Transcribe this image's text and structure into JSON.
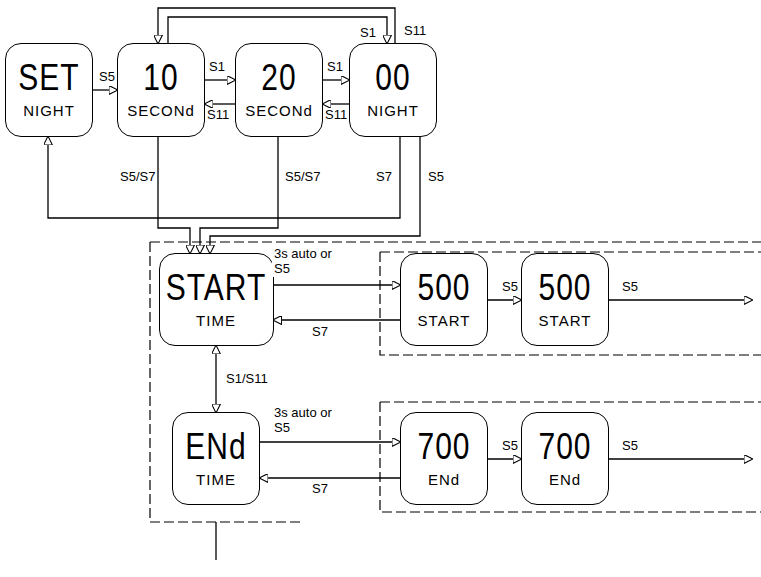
{
  "diagram": {
    "nodes": [
      {
        "text": [
          "SET",
          "NIGHT"
        ]
      },
      {
        "text": [
          "10",
          "SECONd"
        ]
      },
      {
        "text": [
          "20",
          "SECONd"
        ]
      },
      {
        "text": [
          "00",
          "NIGHT"
        ]
      },
      {
        "text": [
          "START",
          "TIME"
        ]
      },
      {
        "text": [
          "ENd",
          "TIME"
        ]
      },
      {
        "text": [
          "500",
          "START"
        ]
      },
      {
        "text": [
          "500",
          "START"
        ]
      },
      {
        "text": [
          "700",
          "ENd"
        ]
      },
      {
        "text": [
          "700",
          "ENd"
        ]
      }
    ],
    "edges": [
      {
        "from": 0,
        "to": 1,
        "label": "S5",
        "arrow": "to"
      },
      {
        "from": 1,
        "to": 2,
        "label": "S1",
        "arrow": "to"
      },
      {
        "from": 2,
        "to": 1,
        "label": "S11",
        "arrow": "to"
      },
      {
        "from": 2,
        "to": 3,
        "label": "S1",
        "arrow": "to"
      },
      {
        "from": 3,
        "to": 2,
        "label": "S11",
        "arrow": "to"
      },
      {
        "from": 3,
        "to": 1,
        "label": "S1",
        "arrow": "to"
      },
      {
        "from": 1,
        "to": 3,
        "label": "S11",
        "arrow": "to"
      },
      {
        "from": 1,
        "to": 4,
        "label": "S5/S7",
        "arrow": "to"
      },
      {
        "from": 2,
        "to": 4,
        "label": "S5/S7",
        "arrow": "to"
      },
      {
        "from": 3,
        "to": 0,
        "label": "S7",
        "arrow": "to"
      },
      {
        "from": 3,
        "to": 4,
        "label": "S5",
        "arrow": "to"
      },
      {
        "from": 4,
        "to": 6,
        "label": "3s auto or S5",
        "arrow": "to"
      },
      {
        "from": 6,
        "to": 4,
        "label": "S7",
        "arrow": "to"
      },
      {
        "from": 4,
        "to": 5,
        "label": "S1/S11",
        "arrow": "both"
      },
      {
        "from": 5,
        "to": 8,
        "label": "3s auto or S5",
        "arrow": "to"
      },
      {
        "from": 8,
        "to": 5,
        "label": "S7",
        "arrow": "to"
      },
      {
        "from": 6,
        "to": 7,
        "label": "S5",
        "arrow": "to"
      },
      {
        "from": 8,
        "to": 9,
        "label": "S5",
        "arrow": "to"
      }
    ],
    "labels": [
      "S5",
      "S5"
    ]
  }
}
